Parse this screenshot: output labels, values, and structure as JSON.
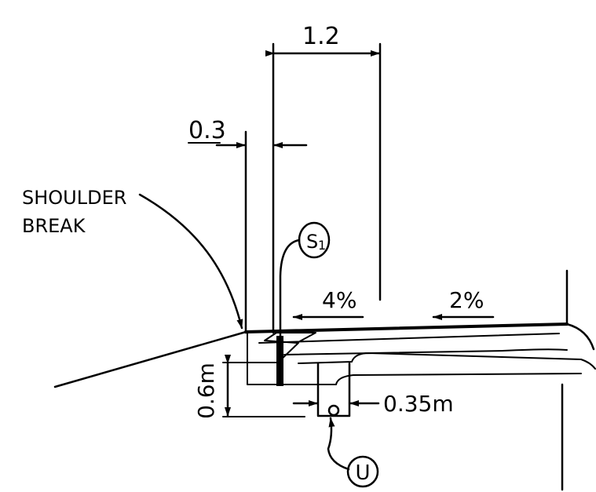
{
  "labels": {
    "dim_top": "1.2",
    "dim_left": "0.3",
    "shoulder_line1": "SHOULDER",
    "shoulder_line2": "BREAK",
    "slope_shoulder": "4%",
    "slope_lane": "2%",
    "depth": "0.6m",
    "trench_width": "0.35m",
    "marker_s": "S",
    "marker_s_sub": "1",
    "marker_u": "U"
  },
  "colors": {
    "ink": "#000000",
    "background": "#ffffff"
  }
}
